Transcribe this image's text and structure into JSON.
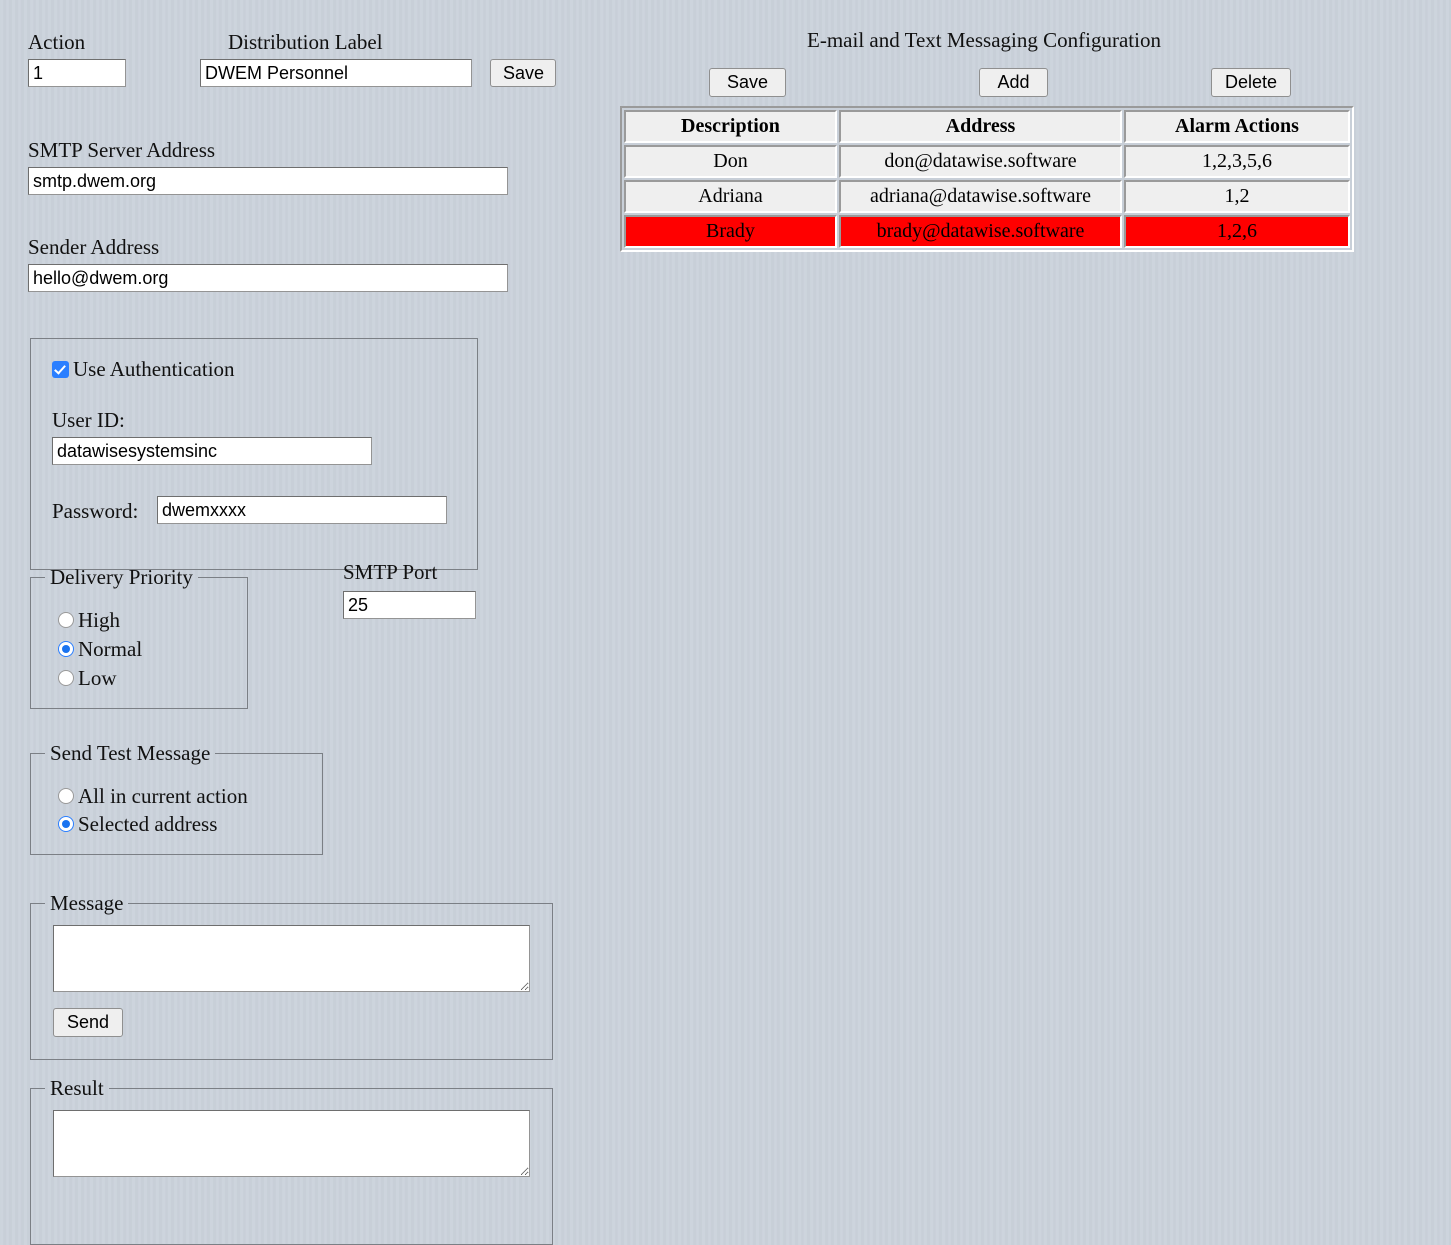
{
  "left_panel": {
    "action": {
      "label": "Action",
      "value": "1"
    },
    "distribution": {
      "label": "Distribution Label",
      "value": "DWEM Personnel",
      "save_label": "Save"
    },
    "smtp_server": {
      "label": "SMTP Server Address",
      "value": "smtp.dwem.org"
    },
    "sender": {
      "label": "Sender Address",
      "value": "hello@dwem.org"
    },
    "auth": {
      "use_auth_label": "Use Authentication",
      "use_auth_checked": true,
      "user_id_label": "User ID:",
      "user_id_value": "datawisesystemsinc",
      "password_label": "Password:",
      "password_value": "dwemxxxx"
    },
    "smtp_port": {
      "label": "SMTP Port",
      "value": "25"
    },
    "delivery_priority": {
      "legend": "Delivery Priority",
      "options": [
        {
          "label": "High",
          "selected": false
        },
        {
          "label": "Normal",
          "selected": true
        },
        {
          "label": "Low",
          "selected": false
        }
      ]
    },
    "send_test_message": {
      "legend": "Send Test Message",
      "options": [
        {
          "label": "All in current action",
          "selected": false
        },
        {
          "label": "Selected address",
          "selected": true
        }
      ]
    },
    "message": {
      "legend": "Message",
      "value": "",
      "send_label": "Send"
    },
    "result": {
      "legend": "Result",
      "value": ""
    }
  },
  "right_panel": {
    "title": "E-mail and Text Messaging Configuration",
    "buttons": {
      "save": "Save",
      "add": "Add",
      "delete": "Delete"
    },
    "table": {
      "columns": [
        "Description",
        "Address",
        "Alarm Actions"
      ],
      "rows": [
        {
          "description": "Don",
          "address": "don@datawise.software",
          "alarm_actions": "1,2,3,5,6",
          "selected": false
        },
        {
          "description": "Adriana",
          "address": "adriana@datawise.software",
          "alarm_actions": "1,2",
          "selected": false
        },
        {
          "description": "Brady",
          "address": "brady@datawise.software",
          "alarm_actions": "1,2,6",
          "selected": true
        }
      ]
    }
  },
  "colors": {
    "background": "#ccd3dc",
    "selected_row": "#ff0000",
    "accent": "#2b7fff",
    "cell_background": "#efefef"
  }
}
